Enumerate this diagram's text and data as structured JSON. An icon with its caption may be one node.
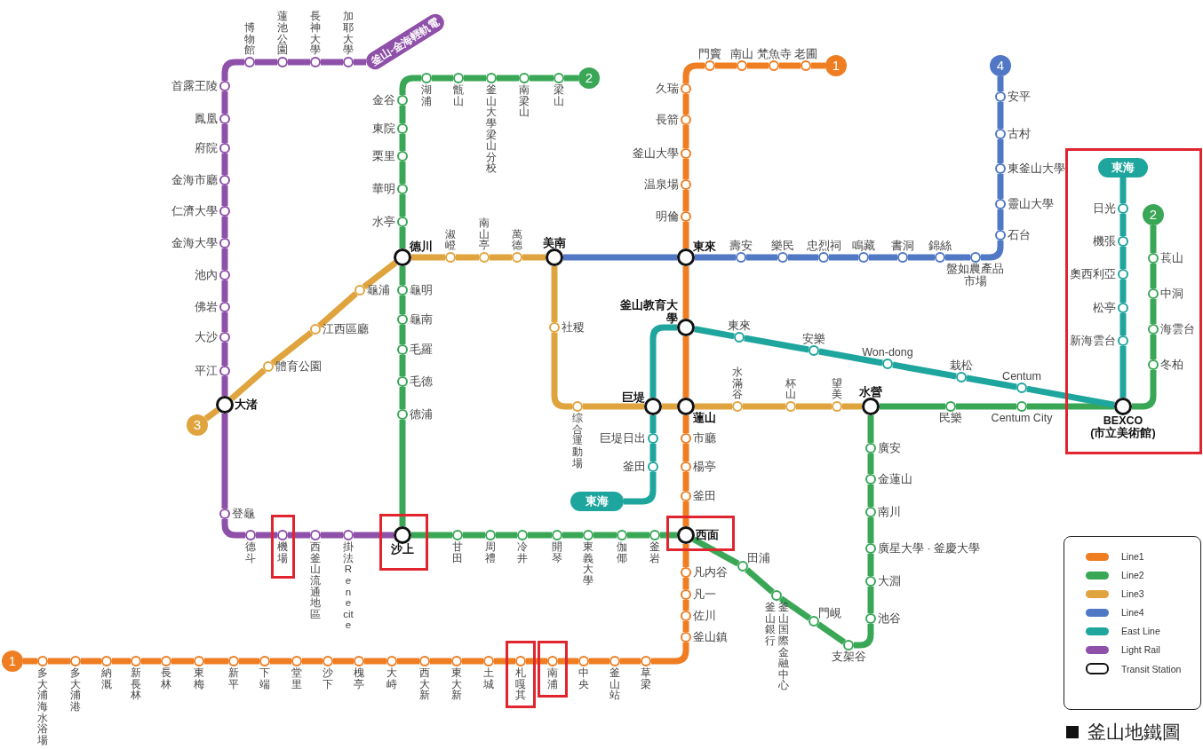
{
  "diagram": {
    "title": "釜山地鐵圖",
    "nodes": [
      {
        "text": [],
        "shape": "box"
      },
      {
        "text": [],
        "shape": "box"
      },
      {
        "text": [],
        "shape": "box"
      },
      {
        "text": [],
        "shape": "box"
      },
      {
        "text": [],
        "shape": "box"
      },
      {
        "text": [],
        "shape": "box"
      },
      {
        "text": [
          "1"
        ]
      },
      {
        "text": [
          "老圃"
        ]
      },
      {
        "text": [
          "梵魚寺"
        ]
      },
      {
        "text": [
          "南山"
        ]
      },
      {
        "text": [
          "門竇"
        ]
      },
      {
        "text": [
          "久瑞"
        ]
      },
      {
        "text": [
          "長箭"
        ]
      },
      {
        "text": [
          "釜山大學"
        ]
      },
      {
        "text": [
          "温泉場"
        ]
      },
      {
        "text": [
          "明倫"
        ]
      },
      {
        "text": [
          "東來"
        ]
      },
      {
        "text": [
          "釜山教育大學"
        ]
      },
      {
        "text": [
          "蓮山"
        ]
      },
      {
        "text": [
          "市廳"
        ]
      },
      {
        "text": [
          "楊亭"
        ]
      },
      {
        "text": [
          "釜田"
        ]
      },
      {
        "text": [
          "西面"
        ],
        "in": 2
      },
      {
        "text": [
          "凡内谷"
        ]
      },
      {
        "text": [
          "凡一"
        ]
      },
      {
        "text": [
          "佐川"
        ]
      },
      {
        "text": [
          "釜山鎮"
        ]
      },
      {
        "text": [
          "草梁"
        ]
      },
      {
        "text": [
          "釜山站"
        ]
      },
      {
        "text": [
          "中央"
        ]
      },
      {
        "text": [
          "南浦"
        ],
        "in": 4
      },
      {
        "text": [
          "札嘎其"
        ],
        "in": 3
      },
      {
        "text": [
          "土城"
        ]
      },
      {
        "text": [
          "東大新"
        ]
      },
      {
        "text": [
          "西大新"
        ]
      },
      {
        "text": [
          "大峙"
        ]
      },
      {
        "text": [
          "槐亭"
        ]
      },
      {
        "text": [
          "沙下"
        ]
      },
      {
        "text": [
          "堂里"
        ]
      },
      {
        "text": [
          "下端"
        ]
      },
      {
        "text": [
          "新平"
        ]
      },
      {
        "text": [
          "東梅"
        ]
      },
      {
        "text": [
          "長林"
        ]
      },
      {
        "text": [
          "新長林"
        ]
      },
      {
        "text": [
          "納溉"
        ]
      },
      {
        "text": [
          "多大浦港"
        ]
      },
      {
        "text": [
          "多大浦海水浴場"
        ]
      },
      {
        "text": [
          "1"
        ]
      },
      {
        "text": [
          "2"
        ]
      },
      {
        "text": [
          "梁山"
        ]
      },
      {
        "text": [
          "南梁山"
        ]
      },
      {
        "text": [
          "釜山大學梁山分校"
        ]
      },
      {
        "text": [
          "甑山"
        ]
      },
      {
        "text": [
          "湖浦"
        ]
      },
      {
        "text": [
          "金谷"
        ]
      },
      {
        "text": [
          "東院"
        ]
      },
      {
        "text": [
          "栗里"
        ]
      },
      {
        "text": [
          "華明"
        ]
      },
      {
        "text": [
          "水亭"
        ]
      },
      {
        "text": [
          "德川"
        ]
      },
      {
        "text": [
          "龜明"
        ]
      },
      {
        "text": [
          "龜南"
        ]
      },
      {
        "text": [
          "毛羅"
        ]
      },
      {
        "text": [
          "毛德"
        ]
      },
      {
        "text": [
          "德浦"
        ]
      },
      {
        "text": [
          "沙上"
        ],
        "in": 1
      },
      {
        "text": [
          "甘田"
        ]
      },
      {
        "text": [
          "周禮"
        ]
      },
      {
        "text": [
          "冷井"
        ]
      },
      {
        "text": [
          "開琴"
        ]
      },
      {
        "text": [
          "東義大學"
        ]
      },
      {
        "text": [
          "伽倻"
        ]
      },
      {
        "text": [
          "釜岩"
        ]
      },
      {
        "text": [
          "田浦"
        ]
      },
      {
        "text": [
          "釜山銀行",
          "釜山国際金融中心"
        ]
      },
      {
        "text": [
          "門峴"
        ]
      },
      {
        "text": [
          "支架谷"
        ]
      },
      {
        "text": [
          "池谷"
        ]
      },
      {
        "text": [
          "大淵"
        ]
      },
      {
        "text": [
          "廣星大學 · 釜慶大學"
        ]
      },
      {
        "text": [
          "南川"
        ]
      },
      {
        "text": [
          "金蓮山"
        ]
      },
      {
        "text": [
          "廣安"
        ]
      },
      {
        "text": [
          "水營"
        ]
      },
      {
        "text": [
          "民樂"
        ]
      },
      {
        "text": [
          "Centum City"
        ]
      },
      {
        "text": [
          "BEXCO (市立美術館)"
        ],
        "in": 5
      },
      {
        "text": [
          "冬柏"
        ],
        "in": 5
      },
      {
        "text": [
          "海雲台"
        ],
        "in": 5
      },
      {
        "text": [
          "中洞"
        ],
        "in": 5
      },
      {
        "text": [
          "萇山"
        ],
        "in": 5
      },
      {
        "text": [
          "2"
        ],
        "in": 5
      },
      {
        "text": [
          "3"
        ]
      },
      {
        "text": [
          "大渚"
        ]
      },
      {
        "text": [
          "體育公園"
        ]
      },
      {
        "text": [
          "江西區廳"
        ]
      },
      {
        "text": [
          "龜浦"
        ]
      },
      {
        "text": [
          "淑嶝"
        ]
      },
      {
        "text": [
          "南山亭"
        ]
      },
      {
        "text": [
          "萬德"
        ]
      },
      {
        "text": [
          "美南"
        ]
      },
      {
        "text": [
          "社稷"
        ]
      },
      {
        "text": [
          "综合運動場"
        ]
      },
      {
        "text": [
          "巨堤"
        ]
      },
      {
        "text": [
          "水滿谷"
        ]
      },
      {
        "text": [
          "杯山"
        ]
      },
      {
        "text": [
          "望美"
        ]
      },
      {
        "text": [
          "壽安"
        ]
      },
      {
        "text": [
          "樂民"
        ]
      },
      {
        "text": [
          "忠烈祠"
        ]
      },
      {
        "text": [
          "鳴藏"
        ]
      },
      {
        "text": [
          "書洞"
        ]
      },
      {
        "text": [
          "錦絲"
        ]
      },
      {
        "text": [
          "盤如農產品市場"
        ]
      },
      {
        "text": [
          "石台"
        ]
      },
      {
        "text": [
          "靈山大學"
        ]
      },
      {
        "text": [
          "東釜山大學"
        ]
      },
      {
        "text": [
          "古村"
        ]
      },
      {
        "text": [
          "安平"
        ]
      },
      {
        "text": [
          "4"
        ]
      },
      {
        "text": [
          "東海"
        ]
      },
      {
        "text": [
          "釜田"
        ]
      },
      {
        "text": [
          "巨堤日出"
        ]
      },
      {
        "text": [
          "東來"
        ]
      },
      {
        "text": [
          "安樂"
        ]
      },
      {
        "text": [
          "Won-dong"
        ]
      },
      {
        "text": [
          "栽松"
        ]
      },
      {
        "text": [
          "Centum"
        ]
      },
      {
        "text": [
          "新海雲台"
        ],
        "in": 5
      },
      {
        "text": [
          "松亭"
        ],
        "in": 5
      },
      {
        "text": [
          "奧西利亞"
        ],
        "in": 5
      },
      {
        "text": [
          "機張"
        ],
        "in": 5
      },
      {
        "text": [
          "日光"
        ],
        "in": 5
      },
      {
        "text": [
          "東海"
        ],
        "in": 5
      },
      {
        "text": [
          "釜山-金海輕軌電"
        ]
      },
      {
        "text": [
          "加耶大學"
        ]
      },
      {
        "text": [
          "長神大學"
        ]
      },
      {
        "text": [
          "蓮池公園"
        ]
      },
      {
        "text": [
          "博物館"
        ]
      },
      {
        "text": [
          "首露王陵"
        ]
      },
      {
        "text": [
          "鳳凰"
        ]
      },
      {
        "text": [
          "府院"
        ]
      },
      {
        "text": [
          "金海市廳"
        ]
      },
      {
        "text": [
          "仁濟大學"
        ]
      },
      {
        "text": [
          "金海大學"
        ]
      },
      {
        "text": [
          "池內"
        ]
      },
      {
        "text": [
          "佛岩"
        ]
      },
      {
        "text": [
          "大沙"
        ]
      },
      {
        "text": [
          "平江"
        ]
      },
      {
        "text": [
          "登龜"
        ]
      },
      {
        "text": [
          "德斗"
        ]
      },
      {
        "text": [
          "機場"
        ],
        "in": 0
      },
      {
        "text": [
          "西釜山流通地區"
        ]
      },
      {
        "text": [
          "掛法Renecite"
        ]
      }
    ],
    "edges": [
      {
        "from": 6,
        "to": 7,
        "arrow": "none",
        "color": "#ef7d22"
      },
      {
        "from": 7,
        "to": 8,
        "arrow": "none",
        "color": "#ef7d22"
      },
      {
        "from": 8,
        "to": 9,
        "arrow": "none",
        "color": "#ef7d22"
      },
      {
        "from": 9,
        "to": 10,
        "arrow": "none",
        "color": "#ef7d22"
      },
      {
        "from": 10,
        "to": 11,
        "arrow": "none",
        "color": "#ef7d22"
      },
      {
        "from": 11,
        "to": 12,
        "arrow": "none",
        "color": "#ef7d22"
      },
      {
        "from": 12,
        "to": 13,
        "arrow": "none",
        "color": "#ef7d22"
      },
      {
        "from": 13,
        "to": 14,
        "arrow": "none",
        "color": "#ef7d22"
      },
      {
        "from": 14,
        "to": 15,
        "arrow": "none",
        "color": "#ef7d22"
      },
      {
        "from": 15,
        "to": 16,
        "arrow": "none",
        "color": "#ef7d22"
      },
      {
        "from": 16,
        "to": 17,
        "arrow": "none",
        "color": "#ef7d22"
      },
      {
        "from": 17,
        "to": 18,
        "arrow": "none",
        "color": "#ef7d22"
      },
      {
        "from": 18,
        "to": 19,
        "arrow": "none",
        "color": "#ef7d22"
      },
      {
        "from": 19,
        "to": 20,
        "arrow": "none",
        "color": "#ef7d22"
      },
      {
        "from": 20,
        "to": 21,
        "arrow": "none",
        "color": "#ef7d22"
      },
      {
        "from": 21,
        "to": 22,
        "arrow": "none",
        "color": "#ef7d22"
      },
      {
        "from": 22,
        "to": 23,
        "arrow": "none",
        "color": "#ef7d22"
      },
      {
        "from": 23,
        "to": 24,
        "arrow": "none",
        "color": "#ef7d22"
      },
      {
        "from": 24,
        "to": 25,
        "arrow": "none",
        "color": "#ef7d22"
      },
      {
        "from": 25,
        "to": 26,
        "arrow": "none",
        "color": "#ef7d22"
      },
      {
        "from": 26,
        "to": 27,
        "arrow": "none",
        "color": "#ef7d22"
      },
      {
        "from": 27,
        "to": 28,
        "arrow": "none",
        "color": "#ef7d22"
      },
      {
        "from": 28,
        "to": 29,
        "arrow": "none",
        "color": "#ef7d22"
      },
      {
        "from": 29,
        "to": 30,
        "arrow": "none",
        "color": "#ef7d22"
      },
      {
        "from": 30,
        "to": 31,
        "arrow": "none",
        "color": "#ef7d22"
      },
      {
        "from": 31,
        "to": 32,
        "arrow": "none",
        "color": "#ef7d22"
      },
      {
        "from": 32,
        "to": 33,
        "arrow": "none",
        "color": "#ef7d22"
      },
      {
        "from": 33,
        "to": 34,
        "arrow": "none",
        "color": "#ef7d22"
      },
      {
        "from": 34,
        "to": 35,
        "arrow": "none",
        "color": "#ef7d22"
      },
      {
        "from": 35,
        "to": 36,
        "arrow": "none",
        "color": "#ef7d22"
      },
      {
        "from": 36,
        "to": 37,
        "arrow": "none",
        "color": "#ef7d22"
      },
      {
        "from": 37,
        "to": 38,
        "arrow": "none",
        "color": "#ef7d22"
      },
      {
        "from": 38,
        "to": 39,
        "arrow": "none",
        "color": "#ef7d22"
      },
      {
        "from": 39,
        "to": 40,
        "arrow": "none",
        "color": "#ef7d22"
      },
      {
        "from": 40,
        "to": 41,
        "arrow": "none",
        "color": "#ef7d22"
      },
      {
        "from": 41,
        "to": 42,
        "arrow": "none",
        "color": "#ef7d22"
      },
      {
        "from": 42,
        "to": 43,
        "arrow": "none",
        "color": "#ef7d22"
      },
      {
        "from": 43,
        "to": 44,
        "arrow": "none",
        "color": "#ef7d22"
      },
      {
        "from": 44,
        "to": 45,
        "arrow": "none",
        "color": "#ef7d22"
      },
      {
        "from": 45,
        "to": 46,
        "arrow": "none",
        "color": "#ef7d22"
      },
      {
        "from": 46,
        "to": 47,
        "arrow": "none",
        "color": "#ef7d22"
      },
      {
        "from": 48,
        "to": 49,
        "arrow": "none",
        "color": "#3aa757"
      },
      {
        "from": 49,
        "to": 50,
        "arrow": "none",
        "color": "#3aa757"
      },
      {
        "from": 50,
        "to": 51,
        "arrow": "none",
        "color": "#3aa757"
      },
      {
        "from": 51,
        "to": 52,
        "arrow": "none",
        "color": "#3aa757"
      },
      {
        "from": 52,
        "to": 53,
        "arrow": "none",
        "color": "#3aa757"
      },
      {
        "from": 53,
        "to": 54,
        "arrow": "none",
        "color": "#3aa757"
      },
      {
        "from": 54,
        "to": 55,
        "arrow": "none",
        "color": "#3aa757"
      },
      {
        "from": 55,
        "to": 56,
        "arrow": "none",
        "color": "#3aa757"
      },
      {
        "from": 56,
        "to": 57,
        "arrow": "none",
        "color": "#3aa757"
      },
      {
        "from": 57,
        "to": 58,
        "arrow": "none",
        "color": "#3aa757"
      },
      {
        "from": 58,
        "to": 59,
        "arrow": "none",
        "color": "#3aa757"
      },
      {
        "from": 59,
        "to": 60,
        "arrow": "none",
        "color": "#3aa757"
      },
      {
        "from": 60,
        "to": 61,
        "arrow": "none",
        "color": "#3aa757"
      },
      {
        "from": 61,
        "to": 62,
        "arrow": "none",
        "color": "#3aa757"
      },
      {
        "from": 62,
        "to": 63,
        "arrow": "none",
        "color": "#3aa757"
      },
      {
        "from": 63,
        "to": 64,
        "arrow": "none",
        "color": "#3aa757"
      },
      {
        "from": 64,
        "to": 65,
        "arrow": "none",
        "color": "#3aa757"
      },
      {
        "from": 65,
        "to": 66,
        "arrow": "none",
        "color": "#3aa757"
      },
      {
        "from": 66,
        "to": 67,
        "arrow": "none",
        "color": "#3aa757"
      },
      {
        "from": 67,
        "to": 68,
        "arrow": "none",
        "color": "#3aa757"
      },
      {
        "from": 68,
        "to": 69,
        "arrow": "none",
        "color": "#3aa757"
      },
      {
        "from": 69,
        "to": 70,
        "arrow": "none",
        "color": "#3aa757"
      },
      {
        "from": 70,
        "to": 71,
        "arrow": "none",
        "color": "#3aa757"
      },
      {
        "from": 71,
        "to": 72,
        "arrow": "none",
        "color": "#3aa757"
      },
      {
        "from": 72,
        "to": 22,
        "arrow": "none",
        "color": "#3aa757"
      },
      {
        "from": 22,
        "to": 73,
        "arrow": "none",
        "color": "#3aa757"
      },
      {
        "from": 73,
        "to": 74,
        "arrow": "none",
        "color": "#3aa757"
      },
      {
        "from": 74,
        "to": 75,
        "arrow": "none",
        "color": "#3aa757"
      },
      {
        "from": 75,
        "to": 76,
        "arrow": "none",
        "color": "#3aa757"
      },
      {
        "from": 76,
        "to": 77,
        "arrow": "none",
        "color": "#3aa757"
      },
      {
        "from": 77,
        "to": 78,
        "arrow": "none",
        "color": "#3aa757"
      },
      {
        "from": 78,
        "to": 79,
        "arrow": "none",
        "color": "#3aa757"
      },
      {
        "from": 79,
        "to": 80,
        "arrow": "none",
        "color": "#3aa757"
      },
      {
        "from": 80,
        "to": 81,
        "arrow": "none",
        "color": "#3aa757"
      },
      {
        "from": 81,
        "to": 82,
        "arrow": "none",
        "color": "#3aa757"
      },
      {
        "from": 82,
        "to": 83,
        "arrow": "none",
        "color": "#3aa757"
      },
      {
        "from": 83,
        "to": 84,
        "arrow": "none",
        "color": "#3aa757"
      },
      {
        "from": 84,
        "to": 85,
        "arrow": "none",
        "color": "#3aa757"
      },
      {
        "from": 85,
        "to": 86,
        "arrow": "none",
        "color": "#3aa757"
      },
      {
        "from": 86,
        "to": 87,
        "arrow": "none",
        "color": "#3aa757"
      },
      {
        "from": 87,
        "to": 88,
        "arrow": "none",
        "color": "#3aa757"
      },
      {
        "from": 88,
        "to": 89,
        "arrow": "none",
        "color": "#3aa757"
      },
      {
        "from": 89,
        "to": 90,
        "arrow": "none",
        "color": "#3aa757"
      },
      {
        "from": 90,
        "to": 91,
        "arrow": "none",
        "color": "#3aa757"
      },
      {
        "from": 92,
        "to": 93,
        "arrow": "none",
        "color": "#e0a43f"
      },
      {
        "from": 93,
        "to": 94,
        "arrow": "none",
        "color": "#e0a43f"
      },
      {
        "from": 94,
        "to": 95,
        "arrow": "none",
        "color": "#e0a43f"
      },
      {
        "from": 95,
        "to": 96,
        "arrow": "none",
        "color": "#e0a43f"
      },
      {
        "from": 96,
        "to": 59,
        "arrow": "none",
        "color": "#e0a43f"
      },
      {
        "from": 59,
        "to": 97,
        "arrow": "none",
        "color": "#e0a43f"
      },
      {
        "from": 97,
        "to": 98,
        "arrow": "none",
        "color": "#e0a43f"
      },
      {
        "from": 98,
        "to": 99,
        "arrow": "none",
        "color": "#e0a43f"
      },
      {
        "from": 99,
        "to": 100,
        "arrow": "none",
        "color": "#e0a43f"
      },
      {
        "from": 100,
        "to": 101,
        "arrow": "none",
        "color": "#e0a43f"
      },
      {
        "from": 101,
        "to": 102,
        "arrow": "none",
        "color": "#e0a43f"
      },
      {
        "from": 102,
        "to": 103,
        "arrow": "none",
        "color": "#e0a43f"
      },
      {
        "from": 103,
        "to": 18,
        "arrow": "none",
        "color": "#e0a43f"
      },
      {
        "from": 18,
        "to": 104,
        "arrow": "none",
        "color": "#e0a43f"
      },
      {
        "from": 104,
        "to": 105,
        "arrow": "none",
        "color": "#e0a43f"
      },
      {
        "from": 105,
        "to": 106,
        "arrow": "none",
        "color": "#e0a43f"
      },
      {
        "from": 106,
        "to": 83,
        "arrow": "none",
        "color": "#e0a43f"
      },
      {
        "from": 100,
        "to": 16,
        "arrow": "none",
        "color": "#5078c4"
      },
      {
        "from": 16,
        "to": 107,
        "arrow": "none",
        "color": "#5078c4"
      },
      {
        "from": 107,
        "to": 108,
        "arrow": "none",
        "color": "#5078c4"
      },
      {
        "from": 108,
        "to": 109,
        "arrow": "none",
        "color": "#5078c4"
      },
      {
        "from": 109,
        "to": 110,
        "arrow": "none",
        "color": "#5078c4"
      },
      {
        "from": 110,
        "to": 111,
        "arrow": "none",
        "color": "#5078c4"
      },
      {
        "from": 111,
        "to": 112,
        "arrow": "none",
        "color": "#5078c4"
      },
      {
        "from": 112,
        "to": 113,
        "arrow": "none",
        "color": "#5078c4"
      },
      {
        "from": 113,
        "to": 114,
        "arrow": "none",
        "color": "#5078c4"
      },
      {
        "from": 114,
        "to": 115,
        "arrow": "none",
        "color": "#5078c4"
      },
      {
        "from": 115,
        "to": 116,
        "arrow": "none",
        "color": "#5078c4"
      },
      {
        "from": 116,
        "to": 117,
        "arrow": "none",
        "color": "#5078c4"
      },
      {
        "from": 117,
        "to": 118,
        "arrow": "none",
        "color": "#5078c4"
      },
      {
        "from": 118,
        "to": 119,
        "arrow": "none",
        "color": "#5078c4"
      },
      {
        "from": 120,
        "to": 121,
        "arrow": "none",
        "color": "#1ea59d"
      },
      {
        "from": 121,
        "to": 122,
        "arrow": "none",
        "color": "#1ea59d"
      },
      {
        "from": 122,
        "to": 103,
        "arrow": "none",
        "color": "#1ea59d"
      },
      {
        "from": 103,
        "to": 17,
        "arrow": "none",
        "color": "#1ea59d"
      },
      {
        "from": 17,
        "to": 123,
        "arrow": "none",
        "color": "#1ea59d"
      },
      {
        "from": 123,
        "to": 124,
        "arrow": "none",
        "color": "#1ea59d"
      },
      {
        "from": 124,
        "to": 125,
        "arrow": "none",
        "color": "#1ea59d"
      },
      {
        "from": 125,
        "to": 126,
        "arrow": "none",
        "color": "#1ea59d"
      },
      {
        "from": 126,
        "to": 127,
        "arrow": "none",
        "color": "#1ea59d"
      },
      {
        "from": 127,
        "to": 86,
        "arrow": "none",
        "color": "#1ea59d"
      },
      {
        "from": 86,
        "to": 128,
        "arrow": "none",
        "color": "#1ea59d"
      },
      {
        "from": 128,
        "to": 129,
        "arrow": "none",
        "color": "#1ea59d"
      },
      {
        "from": 129,
        "to": 130,
        "arrow": "none",
        "color": "#1ea59d"
      },
      {
        "from": 130,
        "to": 131,
        "arrow": "none",
        "color": "#1ea59d"
      },
      {
        "from": 131,
        "to": 132,
        "arrow": "none",
        "color": "#1ea59d"
      },
      {
        "from": 132,
        "to": 133,
        "arrow": "none",
        "color": "#1ea59d"
      },
      {
        "from": 134,
        "to": 135,
        "arrow": "none",
        "color": "#8e50a8"
      },
      {
        "from": 135,
        "to": 136,
        "arrow": "none",
        "color": "#8e50a8"
      },
      {
        "from": 136,
        "to": 137,
        "arrow": "none",
        "color": "#8e50a8"
      },
      {
        "from": 137,
        "to": 138,
        "arrow": "none",
        "color": "#8e50a8"
      },
      {
        "from": 138,
        "to": 139,
        "arrow": "none",
        "color": "#8e50a8"
      },
      {
        "from": 139,
        "to": 140,
        "arrow": "none",
        "color": "#8e50a8"
      },
      {
        "from": 140,
        "to": 141,
        "arrow": "none",
        "color": "#8e50a8"
      },
      {
        "from": 141,
        "to": 142,
        "arrow": "none",
        "color": "#8e50a8"
      },
      {
        "from": 142,
        "to": 143,
        "arrow": "none",
        "color": "#8e50a8"
      },
      {
        "from": 143,
        "to": 144,
        "arrow": "none",
        "color": "#8e50a8"
      },
      {
        "from": 144,
        "to": 145,
        "arrow": "none",
        "color": "#8e50a8"
      },
      {
        "from": 145,
        "to": 146,
        "arrow": "none",
        "color": "#8e50a8"
      },
      {
        "from": 146,
        "to": 147,
        "arrow": "none",
        "color": "#8e50a8"
      },
      {
        "from": 147,
        "to": 148,
        "arrow": "none",
        "color": "#8e50a8"
      },
      {
        "from": 148,
        "to": 93,
        "arrow": "none",
        "color": "#8e50a8"
      },
      {
        "from": 93,
        "to": 149,
        "arrow": "none",
        "color": "#8e50a8"
      },
      {
        "from": 149,
        "to": 150,
        "arrow": "none",
        "color": "#8e50a8"
      },
      {
        "from": 150,
        "to": 151,
        "arrow": "none",
        "color": "#8e50a8"
      },
      {
        "from": 151,
        "to": 152,
        "arrow": "none",
        "color": "#8e50a8"
      },
      {
        "from": 152,
        "to": 153,
        "arrow": "none",
        "color": "#8e50a8"
      },
      {
        "from": 153,
        "to": 65,
        "arrow": "none",
        "color": "#8e50a8"
      }
    ],
    "legend": [
      {
        "text": "Line1",
        "color": "#ef7d22"
      },
      {
        "text": "Line2",
        "color": "#3aa757"
      },
      {
        "text": "Line3",
        "color": "#e0a43f"
      },
      {
        "text": "Line4",
        "color": "#5078c4"
      },
      {
        "text": "East Line",
        "color": "#1ea59d"
      },
      {
        "text": "Light Rail",
        "color": "#8e50a8"
      },
      {
        "text": "Transit Station"
      }
    ]
  }
}
